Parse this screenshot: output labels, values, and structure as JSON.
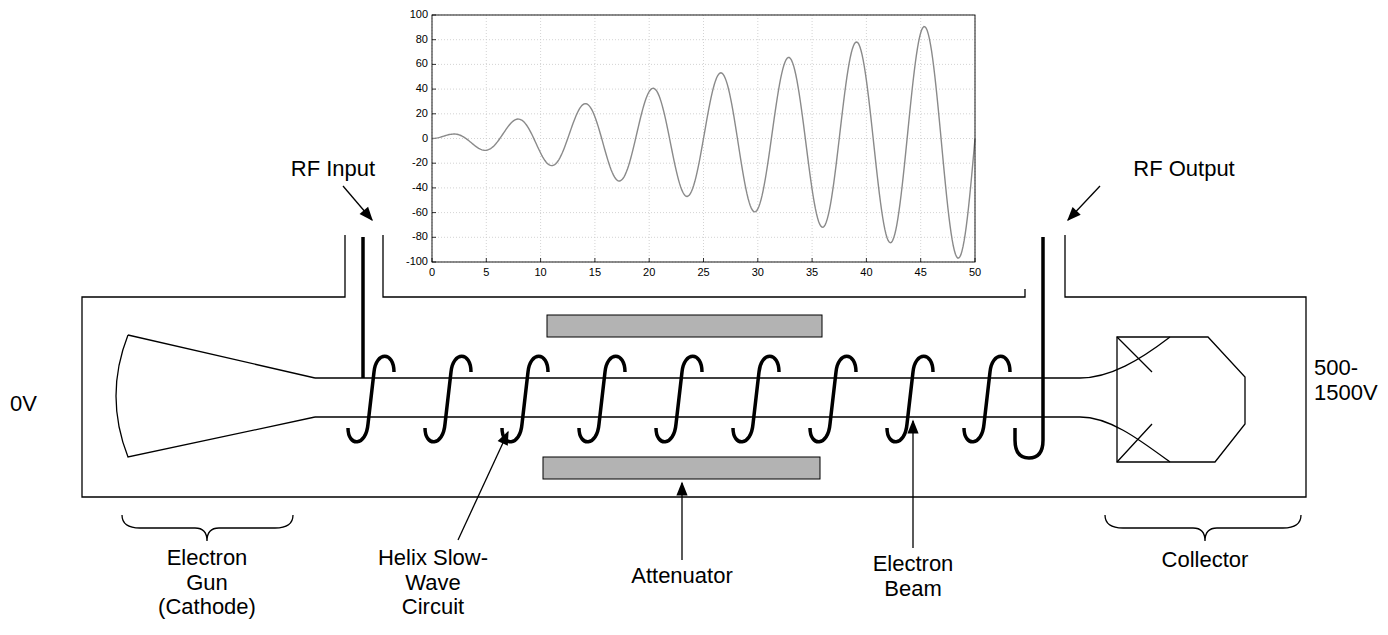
{
  "diagram": {
    "labels": [
      "RF Input",
      "RF Output",
      "0V",
      "500- 1500V",
      "Electron Gun (Cathode)",
      "Helix Slow-Wave Circuit",
      "Attenuator",
      "Electron Beam",
      "Collector",
      "100",
      "80",
      "60",
      "40",
      "20",
      "0",
      "-20",
      "-40",
      "-60",
      "-80",
      "-100",
      "0",
      "5",
      "10",
      "15",
      "20",
      "25",
      "30",
      "35",
      "40",
      "45",
      "50"
    ]
  }
}
